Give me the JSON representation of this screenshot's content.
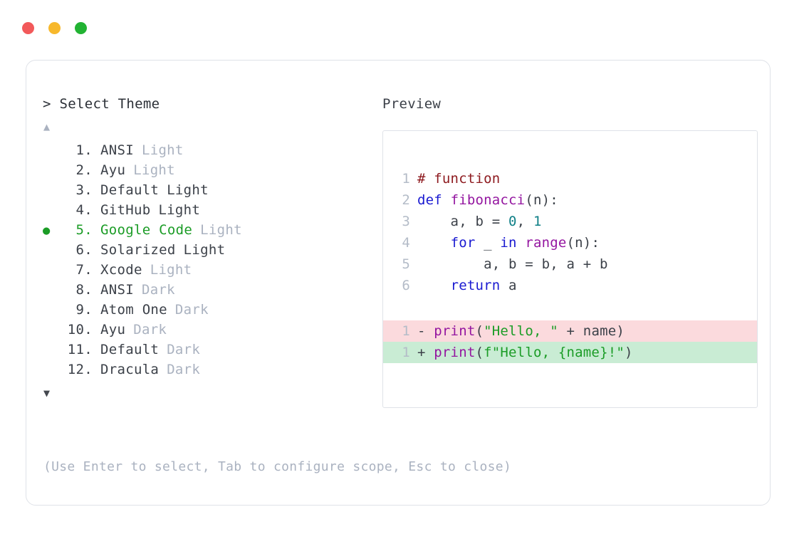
{
  "window": {
    "dots": [
      {
        "name": "close",
        "color": "#f2595a"
      },
      {
        "name": "minimize",
        "color": "#f7b82c"
      },
      {
        "name": "maximize",
        "color": "#22b333"
      }
    ]
  },
  "chooser": {
    "prompt_caret": ">",
    "prompt_label": "Select Theme",
    "scroll_up_icon": "▲",
    "scroll_down_icon": "▼",
    "selected_index": 5,
    "bullet_glyph": "●",
    "items": [
      {
        "index": "1.",
        "name": "ANSI",
        "variant": "Light",
        "variant_strong": false,
        "selected": false
      },
      {
        "index": "2.",
        "name": "Ayu",
        "variant": "Light",
        "variant_strong": false,
        "selected": false
      },
      {
        "index": "3.",
        "name": "Default",
        "variant": "Light",
        "variant_strong": true,
        "selected": false
      },
      {
        "index": "4.",
        "name": "GitHub",
        "variant": "Light",
        "variant_strong": true,
        "selected": false
      },
      {
        "index": "5.",
        "name": "Google Code",
        "variant": "Light",
        "variant_strong": false,
        "selected": true
      },
      {
        "index": "6.",
        "name": "Solarized",
        "variant": "Light",
        "variant_strong": true,
        "selected": false
      },
      {
        "index": "7.",
        "name": "Xcode",
        "variant": "Light",
        "variant_strong": false,
        "selected": false
      },
      {
        "index": "8.",
        "name": "ANSI",
        "variant": "Dark",
        "variant_strong": false,
        "selected": false
      },
      {
        "index": "9.",
        "name": "Atom One",
        "variant": "Dark",
        "variant_strong": false,
        "selected": false
      },
      {
        "index": "10.",
        "name": "Ayu",
        "variant": "Dark",
        "variant_strong": false,
        "selected": false
      },
      {
        "index": "11.",
        "name": "Default",
        "variant": "Dark",
        "variant_strong": false,
        "selected": false
      },
      {
        "index": "12.",
        "name": "Dracula",
        "variant": "Dark",
        "variant_strong": false,
        "selected": false
      }
    ],
    "hint": "(Use Enter to select, Tab to configure scope, Esc to close)"
  },
  "preview": {
    "label": "Preview",
    "code_lines": [
      {
        "ln": "1",
        "diff": "none",
        "tokens": [
          {
            "t": "# function",
            "c": "comment"
          }
        ]
      },
      {
        "ln": "2",
        "diff": "none",
        "tokens": [
          {
            "t": "def ",
            "c": "keyword"
          },
          {
            "t": "fibonacci",
            "c": "func"
          },
          {
            "t": "(n):",
            "c": "plain"
          }
        ]
      },
      {
        "ln": "3",
        "diff": "none",
        "tokens": [
          {
            "t": "    a, b = ",
            "c": "plain"
          },
          {
            "t": "0",
            "c": "number"
          },
          {
            "t": ", ",
            "c": "plain"
          },
          {
            "t": "1",
            "c": "number"
          }
        ]
      },
      {
        "ln": "4",
        "diff": "none",
        "tokens": [
          {
            "t": "    ",
            "c": "plain"
          },
          {
            "t": "for",
            "c": "keyword"
          },
          {
            "t": " _ ",
            "c": "plain"
          },
          {
            "t": "in",
            "c": "keyword"
          },
          {
            "t": " ",
            "c": "plain"
          },
          {
            "t": "range",
            "c": "func"
          },
          {
            "t": "(n):",
            "c": "plain"
          }
        ]
      },
      {
        "ln": "5",
        "diff": "none",
        "tokens": [
          {
            "t": "        a, b = b, a + b",
            "c": "plain"
          }
        ]
      },
      {
        "ln": "6",
        "diff": "none",
        "tokens": [
          {
            "t": "    ",
            "c": "plain"
          },
          {
            "t": "return",
            "c": "keyword"
          },
          {
            "t": " a",
            "c": "plain"
          }
        ]
      },
      {
        "gap": true
      },
      {
        "ln": "1",
        "diff": "del",
        "tokens": [
          {
            "t": "- ",
            "c": "sign"
          },
          {
            "t": "print",
            "c": "func"
          },
          {
            "t": "(",
            "c": "plain"
          },
          {
            "t": "\"Hello, \"",
            "c": "string"
          },
          {
            "t": " + name)",
            "c": "plain"
          }
        ]
      },
      {
        "ln": "1",
        "diff": "add",
        "tokens": [
          {
            "t": "+ ",
            "c": "sign"
          },
          {
            "t": "print",
            "c": "func"
          },
          {
            "t": "(",
            "c": "plain"
          },
          {
            "t": "f\"Hello, {name}!\"",
            "c": "string"
          },
          {
            "t": ")",
            "c": "plain"
          }
        ]
      }
    ]
  },
  "colors": {
    "accent_green": "#1b9c26",
    "muted": "#aab2c0",
    "text": "#3c4149",
    "border": "#dfe2e8",
    "diff_del_bg": "#fbdadd",
    "diff_add_bg": "#c9ecd4",
    "tok_comment": "#8e1b20",
    "tok_keyword": "#1a1ad1",
    "tok_func": "#9416a0",
    "tok_number": "#0e7f86",
    "tok_string": "#1b9c26"
  }
}
